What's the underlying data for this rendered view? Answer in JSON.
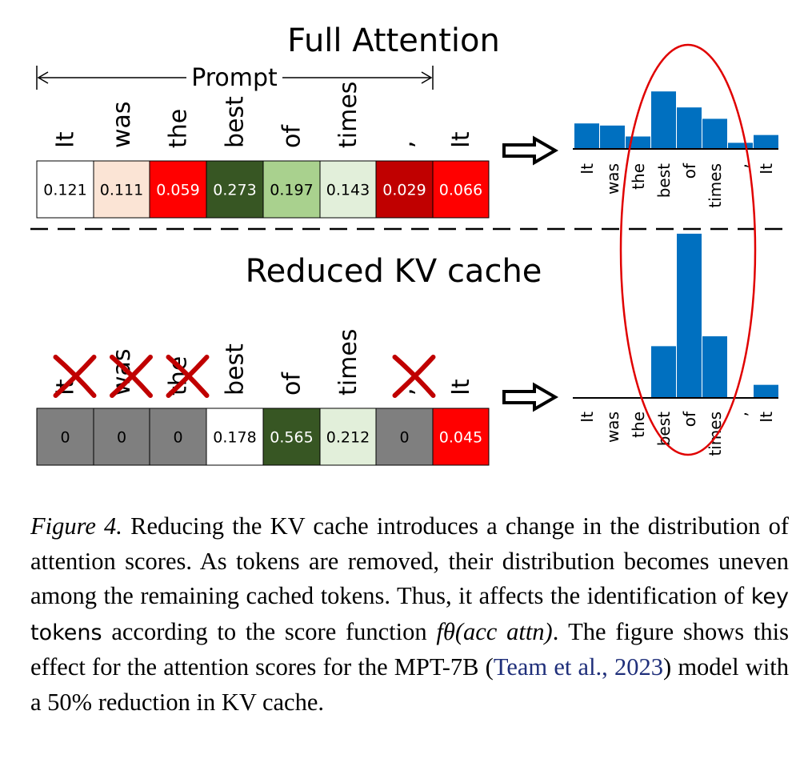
{
  "figure": {
    "title_full": "Full Attention",
    "title_reduced": "Reduced KV cache",
    "prompt_label": "Prompt",
    "tokens": [
      "It",
      "was",
      "the",
      "best",
      "of",
      "times",
      ",",
      "It"
    ],
    "full": {
      "values": [
        "0.121",
        "0.111",
        "0.059",
        "0.273",
        "0.197",
        "0.143",
        "0.029",
        "0.066"
      ],
      "colors": [
        "#ffffff",
        "#fbe4d5",
        "#ff0000",
        "#375623",
        "#a9d18e",
        "#e2efda",
        "#c00000",
        "#ff0000"
      ],
      "text_colors": [
        "#000000",
        "#000000",
        "#ffffff",
        "#ffffff",
        "#000000",
        "#000000",
        "#ffffff",
        "#ffffff"
      ]
    },
    "reduced": {
      "values": [
        "0",
        "0",
        "0",
        "0.178",
        "0.565",
        "0.212",
        "0",
        "0.045"
      ],
      "colors": [
        "#7f7f7f",
        "#7f7f7f",
        "#7f7f7f",
        "#ffffff",
        "#375623",
        "#e2efda",
        "#7f7f7f",
        "#ff0000"
      ],
      "text_colors": [
        "#000000",
        "#000000",
        "#000000",
        "#000000",
        "#ffffff",
        "#000000",
        "#000000",
        "#ffffff"
      ],
      "removed": [
        true,
        true,
        true,
        false,
        false,
        false,
        true,
        false
      ]
    },
    "bar_color": "#0070c0",
    "ellipse_color": "#e00000",
    "cross_color": "#c00000"
  },
  "caption": {
    "label": "Figure 4.",
    "part1": " Reducing the ",
    "kv1": "KV cache",
    "part2": " introduces a change in the distribution of attention scores.  As tokens are removed, their distribution becomes uneven among the remaining cached tokens. Thus, it affects the identification of ",
    "key_tokens": "key tokens",
    "part3": " according to the score function ",
    "formula": "fθ(acc attn)",
    "part4": ". The figure shows this effect for the attention scores for the MPT-7B (",
    "citation": "Team et al., 2023",
    "part5": ") model with a 50% reduction in ",
    "kv2": "KV cache",
    "part6": "."
  }
}
